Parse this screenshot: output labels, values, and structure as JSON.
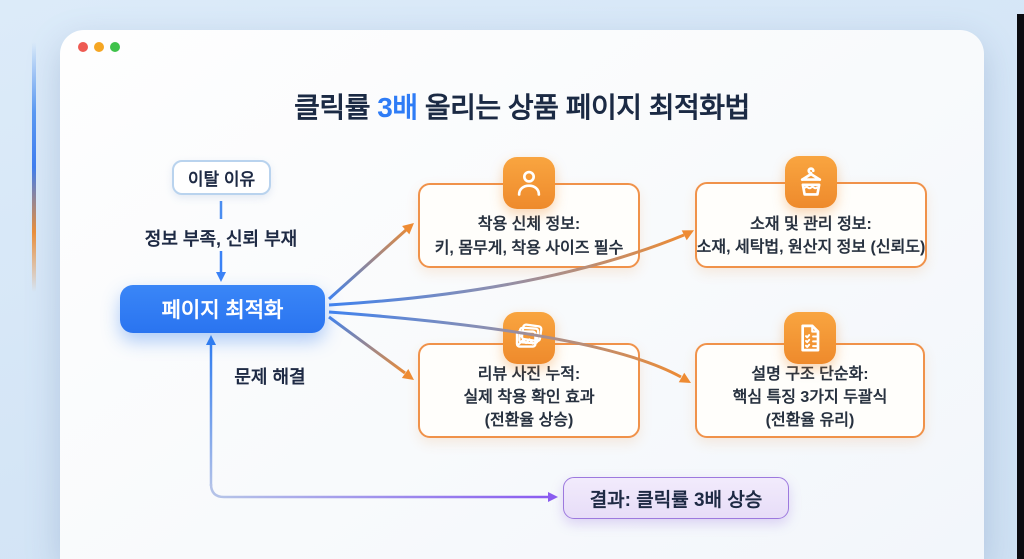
{
  "window": {
    "dots": [
      "red",
      "yellow",
      "green"
    ]
  },
  "title": {
    "part1": "클릭률 ",
    "highlight": "3배",
    "part2": " 올리는 상품 페이지 최적화법"
  },
  "flow": {
    "exit_label": "이탈 이유",
    "cause_label": "정보 부족, 신뢰 부재",
    "optimize_label": "페이지 최적화",
    "solve_label": "문제 해결",
    "result_label": "결과: 클릭률 3배 상승"
  },
  "boxes": [
    {
      "icon": "person-icon",
      "lines": [
        "착용 신체 정보:",
        "키, 몸무게, 착용 사이즈 필수"
      ]
    },
    {
      "icon": "laundry-icon",
      "lines": [
        "소재 및 관리 정보:",
        "소재, 세탁법, 원산지 정보 (신뢰도)"
      ]
    },
    {
      "icon": "photos-icon",
      "lines": [
        "리뷰 사진 누적:",
        "실제 착용 확인 효과",
        "(전환율 상승)"
      ]
    },
    {
      "icon": "document-icon",
      "lines": [
        "설명 구조 단순화:",
        "핵심 특징 3가지 두괄식",
        "(전환율 유리)"
      ]
    }
  ],
  "colors": {
    "accent_blue": "#2e7cf6",
    "accent_orange": "#ee8b33",
    "accent_purple": "#8a5cf0",
    "title_dark": "#1b2a44",
    "background": "#d7e7f7"
  }
}
